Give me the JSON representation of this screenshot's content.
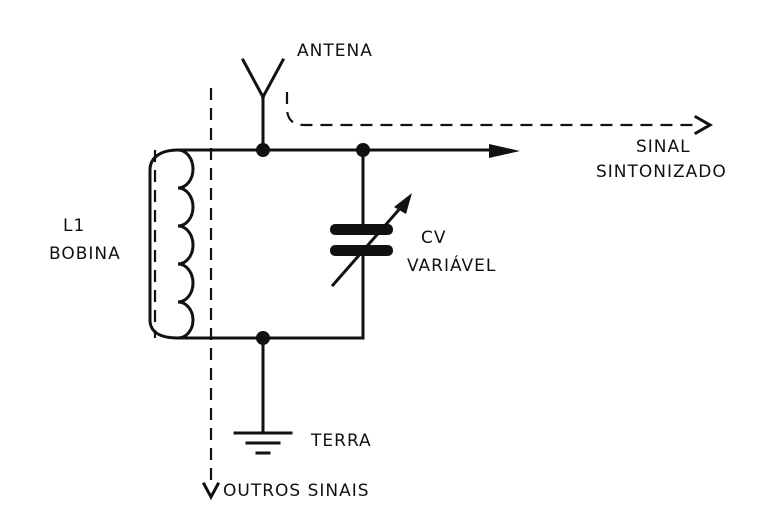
{
  "labels": {
    "antenna": "ANTENA",
    "coil_line1": "L1",
    "coil_line2": "BOBINA",
    "capacitor_line1": "CV",
    "capacitor_line2": "VARIÁVEL",
    "tuned_signal_line1": "SINAL",
    "tuned_signal_line2": "SINTONIZADO",
    "ground": "TERRA",
    "other_signals": "OUTROS SINAIS"
  },
  "colors": {
    "ink": "#111111",
    "background": "#ffffff"
  }
}
